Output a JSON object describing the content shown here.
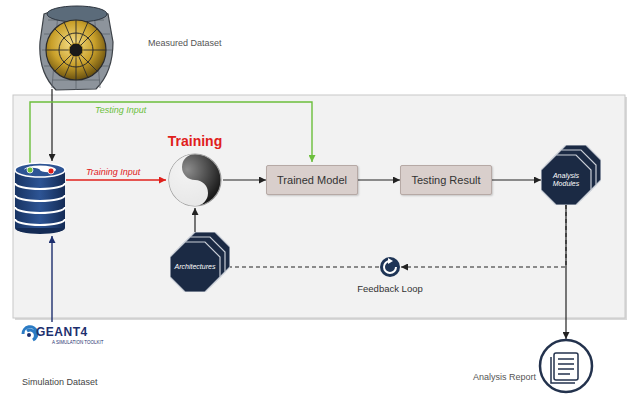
{
  "diagram": {
    "nodes": [
      {
        "text": [
          "Training"
        ]
      },
      {
        "text": [
          "Trained Model"
        ]
      },
      {
        "text": [
          "Testing Result"
        ]
      },
      {
        "text": [
          "Analysis Modules"
        ]
      },
      {
        "text": [
          "Architectures"
        ]
      },
      {
        "text": [
          "Feedback Loop"
        ]
      },
      {
        "text": [
          "Analysis Report"
        ]
      }
    ],
    "edges": [
      {
        "from": 0,
        "to": 1,
        "arrow": "to"
      },
      {
        "from": 1,
        "to": 2,
        "arrow": "to"
      },
      {
        "from": 2,
        "to": 3,
        "arrow": "to"
      },
      {
        "from": 3,
        "to": 5,
        "arrow": "to"
      },
      {
        "from": 5,
        "to": 4,
        "arrow": "to"
      },
      {
        "from": 4,
        "to": 0,
        "arrow": "to"
      },
      {
        "from": 3,
        "to": 6,
        "arrow": "to"
      }
    ],
    "labels": [
      "Measured Dataset",
      "Testing Input",
      "Training Input",
      "GEANT4",
      "A SIMULATION TOOLKIT",
      "Simulation Dataset"
    ]
  }
}
